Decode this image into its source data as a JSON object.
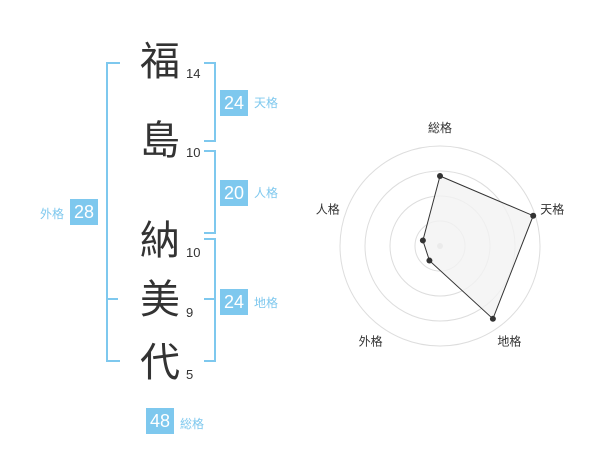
{
  "name_chars": [
    {
      "char": "福",
      "strokes": "14"
    },
    {
      "char": "島",
      "strokes": "10"
    },
    {
      "char": "納",
      "strokes": "10"
    },
    {
      "char": "美",
      "strokes": "9"
    },
    {
      "char": "代",
      "strokes": "5"
    }
  ],
  "kakusuu": {
    "tenkaku": {
      "value": "24",
      "label": "天格"
    },
    "jinkaku": {
      "value": "20",
      "label": "人格"
    },
    "chikaku": {
      "value": "24",
      "label": "地格"
    },
    "gaikaku": {
      "value": "28",
      "label": "外格"
    },
    "soukaku": {
      "value": "48",
      "label": "総格"
    }
  },
  "colors": {
    "accent": "#7ec8ee",
    "text": "#333333",
    "radar_fill": "#f2f2f2",
    "ring": "#dddddd"
  },
  "chart_data": {
    "type": "radar",
    "axes": [
      "総格",
      "天格",
      "地格",
      "外格",
      "人格"
    ],
    "values": [
      0.7,
      0.98,
      0.9,
      0.18,
      0.18
    ],
    "scale_max": 1,
    "rings": 4
  }
}
